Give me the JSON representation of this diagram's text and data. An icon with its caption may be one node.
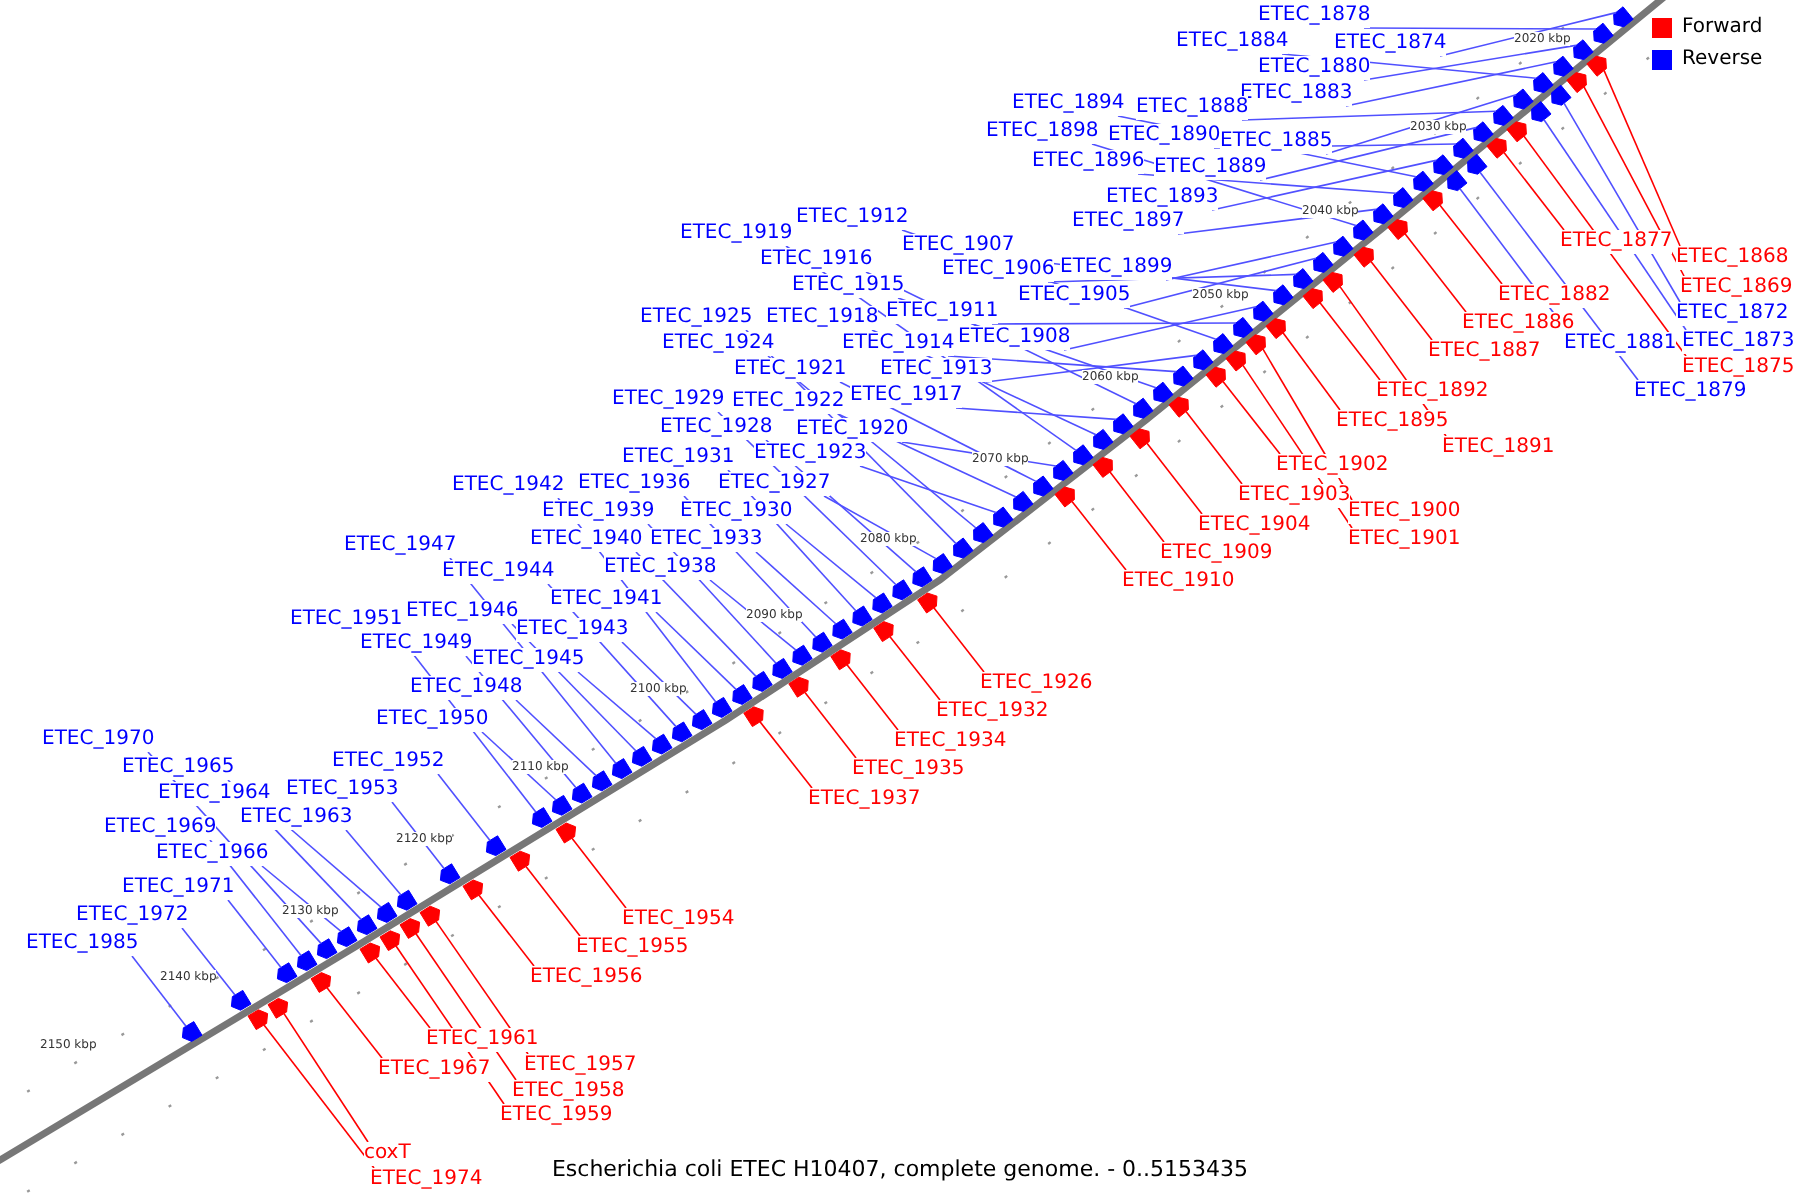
{
  "diagram": {
    "caption": "Escherichia coli ETEC H10407, complete genome. - 0..5153435",
    "nodes": [
      {
        "text": [
          "ETEC_1878"
        ]
      },
      {
        "text": [
          "ETEC_1884"
        ]
      },
      {
        "text": [
          "ETEC_1874"
        ]
      },
      {
        "text": [
          "ETEC_1880"
        ]
      },
      {
        "text": [
          "ETEC_1883"
        ]
      },
      {
        "text": [
          "ETEC_1894"
        ]
      },
      {
        "text": [
          "ETEC_1888"
        ]
      },
      {
        "text": [
          "ETEC_1898"
        ]
      },
      {
        "text": [
          "ETEC_1890"
        ]
      },
      {
        "text": [
          "ETEC_1885"
        ]
      },
      {
        "text": [
          "ETEC_1896"
        ]
      },
      {
        "text": [
          "ETEC_1889"
        ]
      },
      {
        "text": [
          "ETEC_1893"
        ]
      },
      {
        "text": [
          "ETEC_1912"
        ]
      },
      {
        "text": [
          "ETEC_1897"
        ]
      },
      {
        "text": [
          "ETEC_1919"
        ]
      },
      {
        "text": [
          "ETEC_1877"
        ]
      },
      {
        "text": [
          "ETEC_1907"
        ]
      },
      {
        "text": [
          "ETEC_1868"
        ]
      },
      {
        "text": [
          "ETEC_1916"
        ]
      },
      {
        "text": [
          "ETEC_1899"
        ]
      },
      {
        "text": [
          "ETEC_1906"
        ]
      },
      {
        "text": [
          "ETEC_1915"
        ]
      },
      {
        "text": [
          "ETEC_1869"
        ]
      },
      {
        "text": [
          "ETEC_1905"
        ]
      },
      {
        "text": [
          "ETEC_1882"
        ]
      },
      {
        "text": [
          "ETEC_1911"
        ]
      },
      {
        "text": [
          "ETEC_1872"
        ]
      },
      {
        "text": [
          "ETEC_1925"
        ]
      },
      {
        "text": [
          "ETEC_1918"
        ]
      },
      {
        "text": [
          "ETEC_1886"
        ]
      },
      {
        "text": [
          "ETEC_1908"
        ]
      },
      {
        "text": [
          "ETEC_1873"
        ]
      },
      {
        "text": [
          "ETEC_1924"
        ]
      },
      {
        "text": [
          "ETEC_1914"
        ]
      },
      {
        "text": [
          "ETEC_1881"
        ]
      },
      {
        "text": [
          "ETEC_1887"
        ]
      },
      {
        "text": [
          "ETEC_1875"
        ]
      },
      {
        "text": [
          "ETEC_1921"
        ]
      },
      {
        "text": [
          "ETEC_1913"
        ]
      },
      {
        "text": [
          "ETEC_1879"
        ]
      },
      {
        "text": [
          "ETEC_1892"
        ]
      },
      {
        "text": [
          "ETEC_1917"
        ]
      },
      {
        "text": [
          "ETEC_1929"
        ]
      },
      {
        "text": [
          "ETEC_1922"
        ]
      },
      {
        "text": [
          "ETEC_1895"
        ]
      },
      {
        "text": [
          "ETEC_1928"
        ]
      },
      {
        "text": [
          "ETEC_1920"
        ]
      },
      {
        "text": [
          "ETEC_1891"
        ]
      },
      {
        "text": [
          "ETEC_1923"
        ]
      },
      {
        "text": [
          "ETEC_1931"
        ]
      },
      {
        "text": [
          "ETEC_1902"
        ]
      },
      {
        "text": [
          "ETEC_1936"
        ]
      },
      {
        "text": [
          "ETEC_1927"
        ]
      },
      {
        "text": [
          "ETEC_1942"
        ]
      },
      {
        "text": [
          "ETEC_1903"
        ]
      },
      {
        "text": [
          "ETEC_1939"
        ]
      },
      {
        "text": [
          "ETEC_1930"
        ]
      },
      {
        "text": [
          "ETEC_1900"
        ]
      },
      {
        "text": [
          "ETEC_1904"
        ]
      },
      {
        "text": [
          "ETEC_1940"
        ]
      },
      {
        "text": [
          "ETEC_1933"
        ]
      },
      {
        "text": [
          "ETEC_1901"
        ]
      },
      {
        "text": [
          "ETEC_1947"
        ]
      },
      {
        "text": [
          "ETEC_1909"
        ]
      },
      {
        "text": [
          "ETEC_1938"
        ]
      },
      {
        "text": [
          "ETEC_1944"
        ]
      },
      {
        "text": [
          "ETEC_1910"
        ]
      },
      {
        "text": [
          "ETEC_1941"
        ]
      },
      {
        "text": [
          "ETEC_1946"
        ]
      },
      {
        "text": [
          "ETEC_1951"
        ]
      },
      {
        "text": [
          "ETEC_1943"
        ]
      },
      {
        "text": [
          "ETEC_1949"
        ]
      },
      {
        "text": [
          "ETEC_1945"
        ]
      },
      {
        "text": [
          "ETEC_1926"
        ]
      },
      {
        "text": [
          "ETEC_1948"
        ]
      },
      {
        "text": [
          "ETEC_1932"
        ]
      },
      {
        "text": [
          "ETEC_1950"
        ]
      },
      {
        "text": [
          "ETEC_1970"
        ]
      },
      {
        "text": [
          "ETEC_1934"
        ]
      },
      {
        "text": [
          "ETEC_1952"
        ]
      },
      {
        "text": [
          "ETEC_1965"
        ]
      },
      {
        "text": [
          "ETEC_1935"
        ]
      },
      {
        "text": [
          "ETEC_1953"
        ]
      },
      {
        "text": [
          "ETEC_1964"
        ]
      },
      {
        "text": [
          "ETEC_1937"
        ]
      },
      {
        "text": [
          "ETEC_1963"
        ]
      },
      {
        "text": [
          "ETEC_1969"
        ]
      },
      {
        "text": [
          "ETEC_1966"
        ]
      },
      {
        "text": [
          "ETEC_1971"
        ]
      },
      {
        "text": [
          "ETEC_1972"
        ]
      },
      {
        "text": [
          "ETEC_1954"
        ]
      },
      {
        "text": [
          "ETEC_1985"
        ]
      },
      {
        "text": [
          "ETEC_1955"
        ]
      },
      {
        "text": [
          "ETEC_1956"
        ]
      },
      {
        "text": [
          "ETEC_1961"
        ]
      },
      {
        "text": [
          "ETEC_1957"
        ]
      },
      {
        "text": [
          "ETEC_1967"
        ]
      },
      {
        "text": [
          "ETEC_1958"
        ]
      },
      {
        "text": [
          "ETEC_1959"
        ]
      },
      {
        "text": [
          "coxT"
        ]
      },
      {
        "text": [
          "ETEC_1974"
        ]
      },
      {
        "text": [],
        "shape": "bar"
      },
      {
        "text": [],
        "shape": "bar"
      },
      {
        "text": [],
        "shape": "bar"
      },
      {
        "text": [],
        "shape": "bar"
      },
      {
        "text": [],
        "shape": "bar"
      },
      {
        "text": [],
        "shape": "bar"
      },
      {
        "text": [],
        "shape": "bar"
      },
      {
        "text": [],
        "shape": "bar"
      },
      {
        "text": [],
        "shape": "bar"
      },
      {
        "text": [],
        "shape": "bar"
      },
      {
        "text": [],
        "shape": "bar"
      },
      {
        "text": [],
        "shape": "bar"
      },
      {
        "text": [],
        "shape": "bar"
      },
      {
        "text": [],
        "shape": "bar"
      },
      {
        "text": [],
        "shape": "bar"
      },
      {
        "text": [],
        "shape": "bar"
      },
      {
        "text": [],
        "shape": "bar"
      },
      {
        "text": [],
        "shape": "bar"
      },
      {
        "text": [],
        "shape": "bar"
      },
      {
        "text": [],
        "shape": "bar"
      },
      {
        "text": [],
        "shape": "bar"
      },
      {
        "text": [],
        "shape": "bar"
      },
      {
        "text": [],
        "shape": "bar"
      },
      {
        "text": [],
        "shape": "bar"
      },
      {
        "text": [],
        "shape": "bar"
      },
      {
        "text": [],
        "shape": "bar"
      },
      {
        "text": [],
        "shape": "bar"
      },
      {
        "text": [],
        "shape": "bar"
      },
      {
        "text": [],
        "shape": "bar"
      },
      {
        "text": [],
        "shape": "bar"
      },
      {
        "text": [],
        "shape": "bar"
      },
      {
        "text": [],
        "shape": "bar"
      },
      {
        "text": [],
        "shape": "bar"
      },
      {
        "text": [],
        "shape": "bar"
      },
      {
        "text": [],
        "shape": "bar"
      },
      {
        "text": [],
        "shape": "bar"
      },
      {
        "text": [],
        "shape": "bar"
      },
      {
        "text": [],
        "shape": "bar"
      },
      {
        "text": [],
        "shape": "bar"
      },
      {
        "text": [],
        "shape": "bar"
      },
      {
        "text": [],
        "shape": "bar"
      },
      {
        "text": [],
        "shape": "bar"
      },
      {
        "text": [],
        "shape": "bar"
      },
      {
        "text": [],
        "shape": "bar"
      },
      {
        "text": [],
        "shape": "bar"
      },
      {
        "text": [],
        "shape": "bar"
      },
      {
        "text": [],
        "shape": "bar"
      },
      {
        "text": [],
        "shape": "bar"
      },
      {
        "text": [],
        "shape": "bar"
      },
      {
        "text": [],
        "shape": "bar"
      },
      {
        "text": [],
        "shape": "bar"
      },
      {
        "text": [],
        "shape": "bar"
      },
      {
        "text": [],
        "shape": "bar"
      },
      {
        "text": [],
        "shape": "bar"
      },
      {
        "text": [],
        "shape": "bar"
      },
      {
        "text": [],
        "shape": "bar"
      },
      {
        "text": [],
        "shape": "bar"
      },
      {
        "text": [],
        "shape": "bar"
      },
      {
        "text": [],
        "shape": "bar"
      },
      {
        "text": [],
        "shape": "bar"
      },
      {
        "text": [],
        "shape": "bar"
      },
      {
        "text": [],
        "shape": "bar"
      },
      {
        "text": [],
        "shape": "bar"
      },
      {
        "text": [],
        "shape": "bar"
      },
      {
        "text": [],
        "shape": "bar"
      },
      {
        "text": [],
        "shape": "bar"
      },
      {
        "text": [],
        "shape": "bar"
      },
      {
        "text": [],
        "shape": "bar"
      },
      {
        "text": [],
        "shape": "bar"
      },
      {
        "text": [],
        "shape": "bar"
      },
      {
        "text": [],
        "shape": "bar"
      },
      {
        "text": [],
        "shape": "bar"
      },
      {
        "text": [],
        "shape": "bar"
      },
      {
        "text": [],
        "shape": "bar"
      },
      {
        "text": [],
        "shape": "bar"
      },
      {
        "text": [],
        "shape": "bar"
      },
      {
        "text": [],
        "shape": "bar"
      },
      {
        "text": [],
        "shape": "bar"
      },
      {
        "text": [],
        "shape": "bar"
      },
      {
        "text": [],
        "shape": "bar"
      },
      {
        "text": [],
        "shape": "bar"
      },
      {
        "text": [],
        "shape": "bar"
      },
      {
        "text": [],
        "shape": "bar"
      },
      {
        "text": [],
        "shape": "bar"
      },
      {
        "text": [],
        "shape": "bar"
      },
      {
        "text": [],
        "shape": "bar"
      },
      {
        "text": [],
        "shape": "bar"
      },
      {
        "text": [],
        "shape": "bar"
      },
      {
        "text": [],
        "shape": "bar"
      },
      {
        "text": [],
        "shape": "bar"
      },
      {
        "text": [],
        "shape": "bar"
      },
      {
        "text": [],
        "shape": "bar"
      },
      {
        "text": [],
        "shape": "bar"
      },
      {
        "text": [],
        "shape": "bar"
      },
      {
        "text": [],
        "shape": "bar"
      },
      {
        "text": [],
        "shape": "bar"
      },
      {
        "text": [],
        "shape": "bar"
      },
      {
        "text": [],
        "shape": "bar"
      },
      {
        "text": [],
        "shape": "bar"
      },
      {
        "text": [],
        "shape": "bar"
      },
      {
        "text": [],
        "shape": "bar"
      },
      {
        "text": [],
        "shape": "bar"
      }
    ],
    "edges": [
      {
        "from": 0,
        "to": 102,
        "arrow": "none"
      },
      {
        "from": 1,
        "to": 103,
        "arrow": "none"
      },
      {
        "from": 2,
        "to": 104,
        "arrow": "none"
      },
      {
        "from": 3,
        "to": 105,
        "arrow": "none"
      },
      {
        "from": 4,
        "to": 106,
        "arrow": "none"
      },
      {
        "from": 5,
        "to": 107,
        "arrow": "none"
      },
      {
        "from": 6,
        "to": 108,
        "arrow": "none"
      },
      {
        "from": 7,
        "to": 109,
        "arrow": "none"
      },
      {
        "from": 8,
        "to": 110,
        "arrow": "none"
      },
      {
        "from": 9,
        "to": 111,
        "arrow": "none"
      },
      {
        "from": 10,
        "to": 112,
        "arrow": "none"
      },
      {
        "from": 11,
        "to": 113,
        "arrow": "none"
      },
      {
        "from": 12,
        "to": 114,
        "arrow": "none"
      },
      {
        "from": 13,
        "to": 115,
        "arrow": "none"
      },
      {
        "from": 14,
        "to": 116,
        "arrow": "none"
      },
      {
        "from": 15,
        "to": 117,
        "arrow": "none"
      },
      {
        "from": 16,
        "to": 118,
        "arrow": "none",
        "color": "#ff0000"
      },
      {
        "from": 17,
        "to": 119,
        "arrow": "none"
      },
      {
        "from": 18,
        "to": 120,
        "arrow": "none",
        "color": "#ff0000"
      },
      {
        "from": 19,
        "to": 121,
        "arrow": "none"
      },
      {
        "from": 20,
        "to": 122,
        "arrow": "none"
      },
      {
        "from": 21,
        "to": 123,
        "arrow": "none"
      },
      {
        "from": 22,
        "to": 124,
        "arrow": "none"
      },
      {
        "from": 23,
        "to": 125,
        "arrow": "none",
        "color": "#ff0000"
      },
      {
        "from": 24,
        "to": 126,
        "arrow": "none"
      },
      {
        "from": 25,
        "to": 127,
        "arrow": "none",
        "color": "#ff0000"
      },
      {
        "from": 26,
        "to": 128,
        "arrow": "none"
      },
      {
        "from": 27,
        "to": 129,
        "arrow": "none"
      },
      {
        "from": 28,
        "to": 130,
        "arrow": "none"
      },
      {
        "from": 29,
        "to": 131,
        "arrow": "none"
      },
      {
        "from": 30,
        "to": 132,
        "arrow": "none",
        "color": "#ff0000"
      },
      {
        "from": 31,
        "to": 133,
        "arrow": "none"
      },
      {
        "from": 32,
        "to": 134,
        "arrow": "none"
      },
      {
        "from": 33,
        "to": 135,
        "arrow": "none"
      },
      {
        "from": 34,
        "to": 136,
        "arrow": "none"
      },
      {
        "from": 35,
        "to": 137,
        "arrow": "none"
      },
      {
        "from": 36,
        "to": 138,
        "arrow": "none",
        "color": "#ff0000"
      },
      {
        "from": 37,
        "to": 139,
        "arrow": "none",
        "color": "#ff0000"
      },
      {
        "from": 38,
        "to": 140,
        "arrow": "none"
      },
      {
        "from": 39,
        "to": 141,
        "arrow": "none"
      },
      {
        "from": 40,
        "to": 142,
        "arrow": "none"
      },
      {
        "from": 41,
        "to": 143,
        "arrow": "none",
        "color": "#ff0000"
      },
      {
        "from": 42,
        "to": 144,
        "arrow": "none"
      },
      {
        "from": 43,
        "to": 145,
        "arrow": "none"
      },
      {
        "from": 44,
        "to": 146,
        "arrow": "none"
      },
      {
        "from": 45,
        "to": 147,
        "arrow": "none",
        "color": "#ff0000"
      },
      {
        "from": 46,
        "to": 148,
        "arrow": "none"
      },
      {
        "from": 47,
        "to": 149,
        "arrow": "none"
      },
      {
        "from": 48,
        "to": 150,
        "arrow": "none",
        "color": "#ff0000"
      },
      {
        "from": 49,
        "to": 151,
        "arrow": "none"
      },
      {
        "from": 50,
        "to": 152,
        "arrow": "none"
      },
      {
        "from": 51,
        "to": 153,
        "arrow": "none",
        "color": "#ff0000"
      },
      {
        "from": 52,
        "to": 154,
        "arrow": "none"
      },
      {
        "from": 53,
        "to": 155,
        "arrow": "none"
      },
      {
        "from": 54,
        "to": 156,
        "arrow": "none"
      },
      {
        "from": 55,
        "to": 157,
        "arrow": "none",
        "color": "#ff0000"
      },
      {
        "from": 56,
        "to": 158,
        "arrow": "none"
      },
      {
        "from": 57,
        "to": 159,
        "arrow": "none"
      },
      {
        "from": 58,
        "to": 160,
        "arrow": "none",
        "color": "#ff0000"
      },
      {
        "from": 59,
        "to": 161,
        "arrow": "none",
        "color": "#ff0000"
      },
      {
        "from": 60,
        "to": 162,
        "arrow": "none"
      },
      {
        "from": 61,
        "to": 163,
        "arrow": "none"
      },
      {
        "from": 62,
        "to": 164,
        "arrow": "none",
        "color": "#ff0000"
      },
      {
        "from": 63,
        "to": 165,
        "arrow": "none"
      },
      {
        "from": 64,
        "to": 166,
        "arrow": "none",
        "color": "#ff0000"
      },
      {
        "from": 65,
        "to": 167,
        "arrow": "none"
      },
      {
        "from": 66,
        "to": 168,
        "arrow": "none"
      },
      {
        "from": 67,
        "to": 169,
        "arrow": "none",
        "color": "#ff0000"
      },
      {
        "from": 68,
        "to": 170,
        "arrow": "none"
      },
      {
        "from": 69,
        "to": 171,
        "arrow": "none"
      },
      {
        "from": 70,
        "to": 172,
        "arrow": "none"
      },
      {
        "from": 71,
        "to": 173,
        "arrow": "none"
      },
      {
        "from": 72,
        "to": 174,
        "arrow": "none"
      },
      {
        "from": 73,
        "to": 175,
        "arrow": "none"
      },
      {
        "from": 74,
        "to": 176,
        "arrow": "none",
        "color": "#ff0000"
      },
      {
        "from": 75,
        "to": 177,
        "arrow": "none"
      },
      {
        "from": 76,
        "to": 178,
        "arrow": "none",
        "color": "#ff0000"
      },
      {
        "from": 77,
        "to": 179,
        "arrow": "none"
      },
      {
        "from": 78,
        "to": 180,
        "arrow": "none"
      },
      {
        "from": 79,
        "to": 181,
        "arrow": "none",
        "color": "#ff0000"
      },
      {
        "from": 80,
        "to": 182,
        "arrow": "none"
      },
      {
        "from": 81,
        "to": 183,
        "arrow": "none"
      },
      {
        "from": 82,
        "to": 184,
        "arrow": "none",
        "color": "#ff0000"
      },
      {
        "from": 83,
        "to": 185,
        "arrow": "none"
      },
      {
        "from": 84,
        "to": 186,
        "arrow": "none"
      },
      {
        "from": 85,
        "to": 187,
        "arrow": "none",
        "color": "#ff0000"
      },
      {
        "from": 86,
        "to": 188,
        "arrow": "none"
      },
      {
        "from": 87,
        "to": 189,
        "arrow": "none"
      },
      {
        "from": 88,
        "to": 190,
        "arrow": "none"
      },
      {
        "from": 89,
        "to": 191,
        "arrow": "none"
      },
      {
        "from": 90,
        "to": 192,
        "arrow": "none"
      },
      {
        "from": 91,
        "to": 193,
        "arrow": "none",
        "color": "#ff0000"
      },
      {
        "from": 92,
        "to": 194,
        "arrow": "none"
      },
      {
        "from": 93,
        "to": 195,
        "arrow": "none",
        "color": "#ff0000"
      },
      {
        "from": 94,
        "to": 196,
        "arrow": "none",
        "color": "#ff0000"
      },
      {
        "from": 95,
        "to": 197,
        "arrow": "none",
        "color": "#ff0000"
      },
      {
        "from": 96,
        "to": 198,
        "arrow": "none",
        "color": "#ff0000"
      },
      {
        "from": 97,
        "to": 199,
        "arrow": "none",
        "color": "#ff0000"
      },
      {
        "from": 98,
        "to": 200,
        "arrow": "none",
        "color": "#ff0000"
      },
      {
        "from": 99,
        "to": 201,
        "arrow": "none",
        "color": "#ff0000"
      },
      {
        "from": 100,
        "to": 202,
        "arrow": "none",
        "color": "#ff0000"
      },
      {
        "from": 101,
        "to": 203,
        "arrow": "none",
        "color": "#ff0000"
      }
    ],
    "labels": [
      "2020 kbp",
      "2030 kbp",
      "2040 kbp",
      "2050 kbp",
      "2060 kbp",
      "2070 kbp",
      "2080 kbp",
      "2090 kbp",
      "2100 kbp",
      "2110 kbp",
      "2120 kbp",
      "2130 kbp",
      "2140 kbp",
      "2150 kbp"
    ],
    "legend": [
      {
        "text": "Forward",
        "color": "#ff0000"
      },
      {
        "text": "Reverse",
        "color": "#0000ff"
      }
    ]
  }
}
